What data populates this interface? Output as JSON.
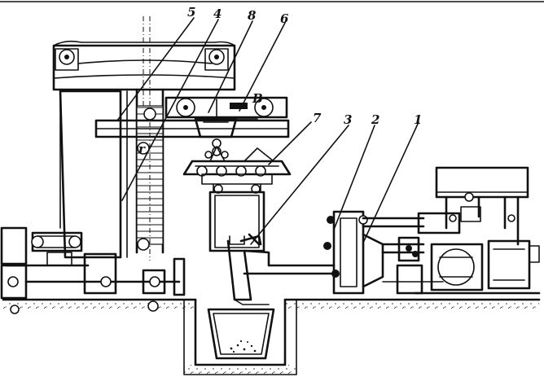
{
  "callouts": [
    {
      "id": "5",
      "text": "5"
    },
    {
      "id": "4",
      "text": "4"
    },
    {
      "id": "8",
      "text": "8"
    },
    {
      "id": "6",
      "text": "6"
    },
    {
      "id": "7",
      "text": "7"
    },
    {
      "id": "3",
      "text": "3"
    },
    {
      "id": "2",
      "text": "2"
    },
    {
      "id": "1",
      "text": "1"
    }
  ],
  "inline_marks": {
    "B": "B",
    "r": "r"
  }
}
